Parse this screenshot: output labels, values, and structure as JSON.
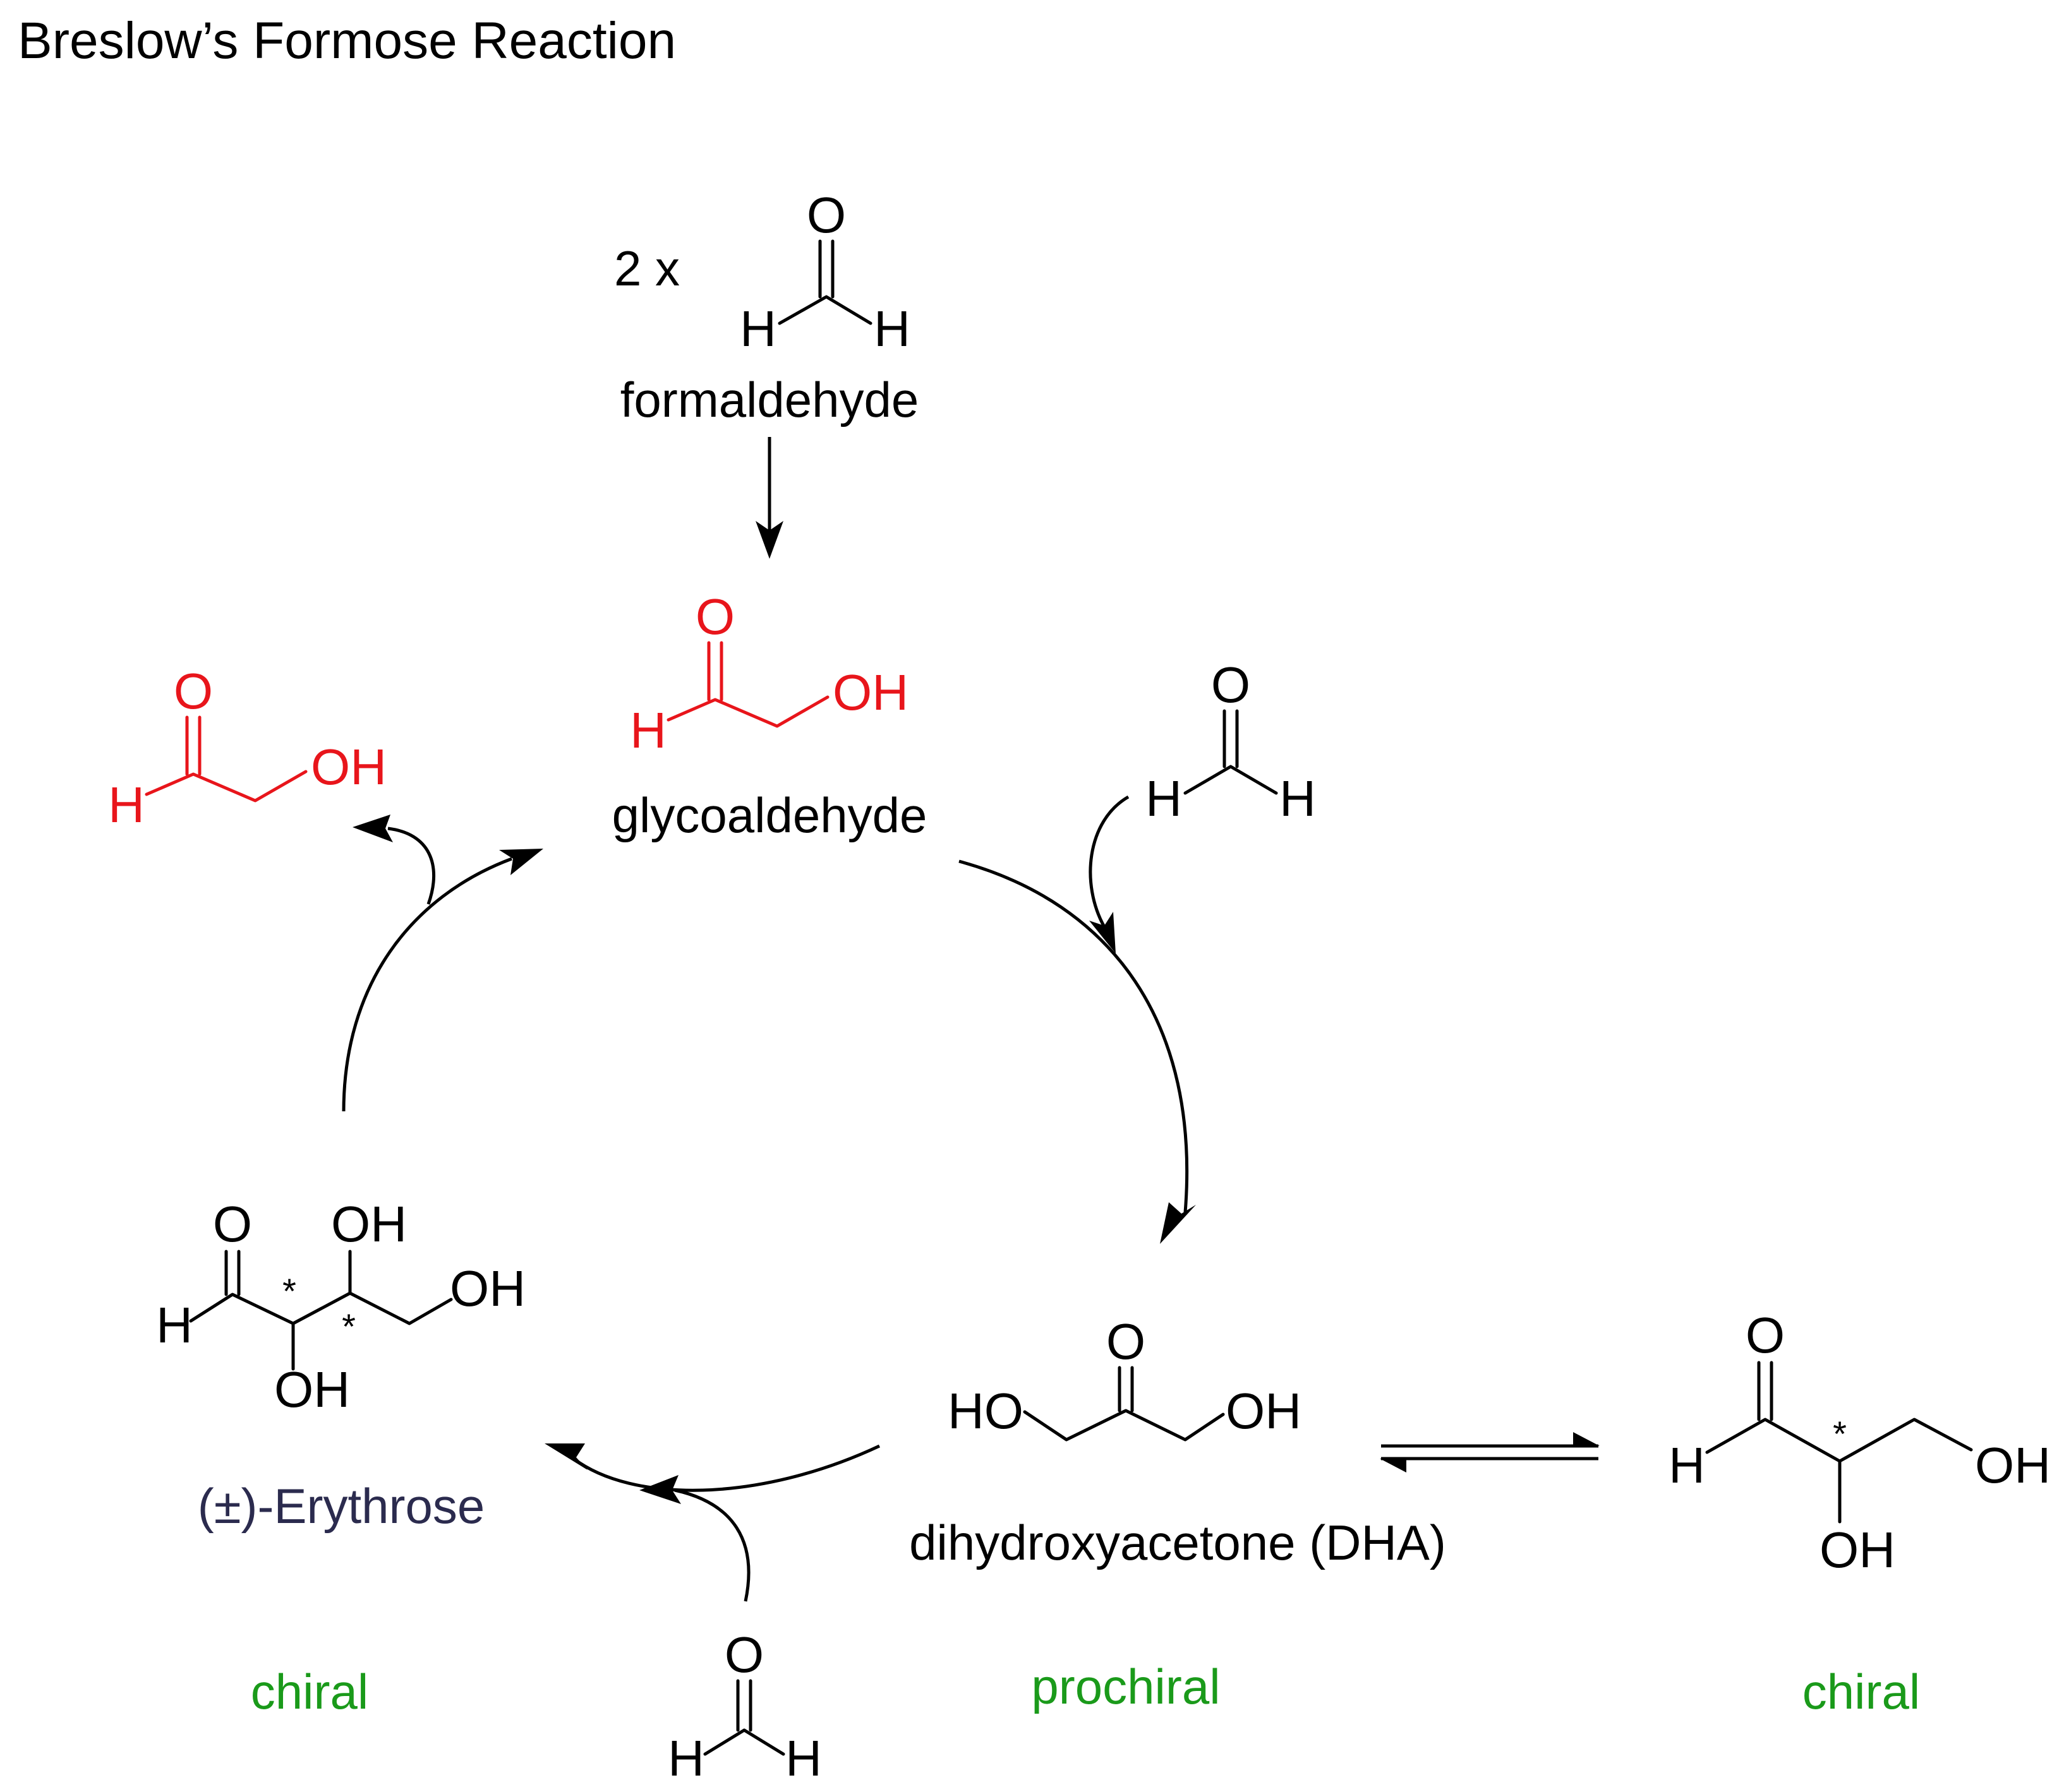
{
  "title": "Breslow’s Formose Reaction",
  "colors": {
    "black": "#000000",
    "red": "#e8151b",
    "green": "#1a9a1a",
    "navy": "#2b2b4e"
  },
  "reactant": {
    "multiplier": "2 x",
    "name": "formaldehyde"
  },
  "atoms": {
    "O": "O",
    "H": "H",
    "OH": "OH",
    "HO": "HO",
    "star": "*"
  },
  "molecules": {
    "glycoaldehyde": "glycoaldehyde",
    "dha": "dihydroxyacetone (DHA)",
    "erythrose": "(±)-Erythrose"
  },
  "chirality": {
    "erythrose": "chiral",
    "dha": "prochiral",
    "glyceraldehyde": "chiral"
  }
}
